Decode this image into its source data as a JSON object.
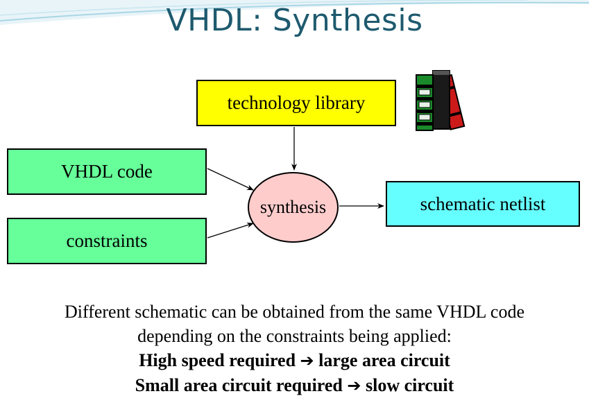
{
  "title": "VHDL: Synthesis",
  "diagram": {
    "technology_library": "technology library",
    "vhdl_code": "VHDL code",
    "constraints": "constraints",
    "synthesis": "synthesis",
    "schematic_netlist": "schematic netlist"
  },
  "description": {
    "line1": "Different schematic can be obtained from the same VHDL code",
    "line2": "depending on the constraints being applied:",
    "rule1_left": "High speed required",
    "rule1_right": "large area circuit",
    "rule2_left": "Small area circuit required",
    "rule2_right": "slow circuit",
    "arrow_symbol": "➔"
  },
  "colors": {
    "title": "#1e5a6e",
    "technology_library_fill": "#ffff00",
    "input_fill": "#66ff99",
    "synthesis_fill": "#ffcccc",
    "netlist_fill": "#66ffff"
  },
  "icons": {
    "books": "books-icon"
  }
}
